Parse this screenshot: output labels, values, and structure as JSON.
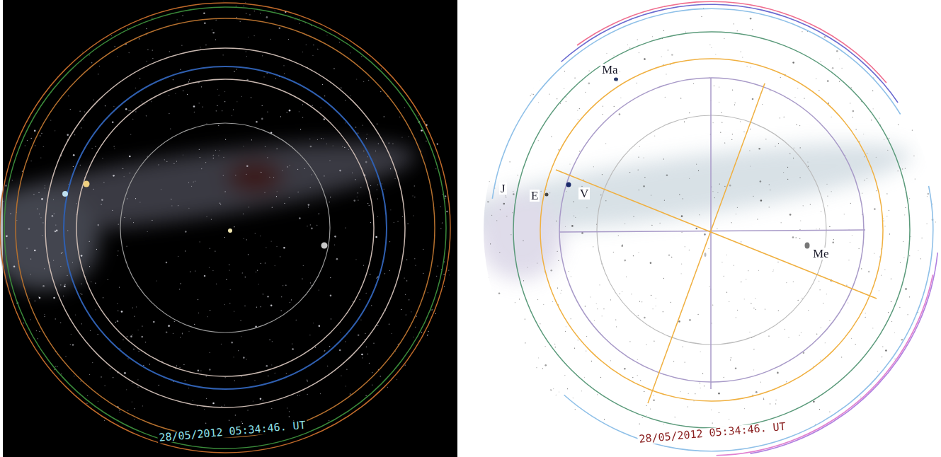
{
  "diagram": {
    "labels": [
      "28/05/2012 05:34:46. UT",
      "Ma",
      "J",
      "E",
      "V",
      "Me",
      "28/05/2012 05:34:46. UT"
    ]
  }
}
